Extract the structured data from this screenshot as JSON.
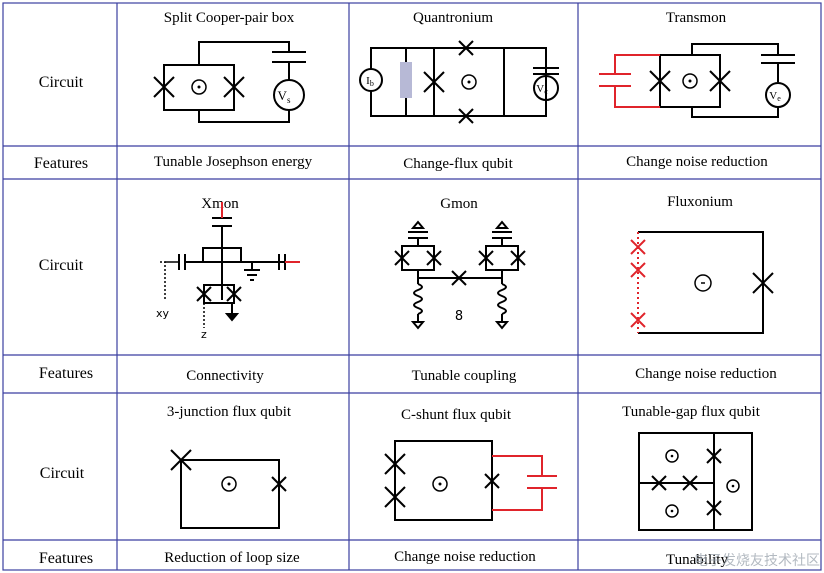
{
  "rows": [
    {
      "kind": "circuit",
      "header": "Circuit",
      "cells": [
        {
          "title": "Split Cooper-pair box",
          "source_label": "V",
          "source_sub": "s"
        },
        {
          "title": "Quantronium",
          "bias_label": "I",
          "bias_sub": "b",
          "source_label": "V",
          "source_sub": "c"
        },
        {
          "title": "Transmon",
          "source_label": "V",
          "source_sub": "e"
        }
      ]
    },
    {
      "kind": "features",
      "header": "Features",
      "cells": [
        "Tunable Josephson energy",
        "Change-flux qubit",
        "Change noise reduction"
      ]
    },
    {
      "kind": "circuit",
      "header": "Circuit",
      "cells": [
        {
          "title": "Xmon",
          "label_xy": "xy",
          "label_z": "z"
        },
        {
          "title": "Gmon",
          "number": "8"
        },
        {
          "title": "Fluxonium"
        }
      ]
    },
    {
      "kind": "features",
      "header": "Features",
      "cells": [
        "Connectivity",
        "Tunable coupling",
        "Change noise reduction"
      ]
    },
    {
      "kind": "circuit",
      "header": "Circuit",
      "cells": [
        {
          "title": "3-junction flux qubit"
        },
        {
          "title": "C-shunt flux qubit"
        },
        {
          "title": "Tunable-gap flux qubit"
        }
      ]
    },
    {
      "kind": "features",
      "header": "Features",
      "cells": [
        "Reduction of loop size",
        "Change noise reduction",
        "Tunability"
      ]
    }
  ],
  "watermark": "电子发烧友技术社区",
  "colors": {
    "grid": "#3b3fa0",
    "wire": "#000000",
    "highlight": "#e0242b",
    "inductor": "#b7b9d6"
  }
}
